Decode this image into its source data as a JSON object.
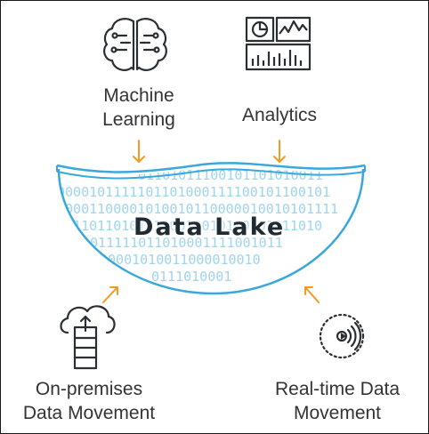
{
  "diagram": {
    "center_label": "Data Lake",
    "sources": {
      "machine_learning": "Machine\nLearning",
      "analytics": "Analytics",
      "on_premises": "On-premises\nData Movement",
      "real_time": "Real-time Data\nMovement"
    },
    "binary_rows": [
      "01101011100101101010011",
      "0000101111101101000111100101100101",
      "10001100001010010110000010010101111",
      "111101101011110010010100101011010",
      "1011111011010001111001011",
      "00001010011000010010",
      "0111010001"
    ]
  },
  "colors": {
    "lake_outline": "#3aa8dd",
    "binary": "#9fd4ee",
    "arrow": "#f39a1f",
    "icon": "#2a2f33",
    "text": "#333333"
  },
  "icons": [
    "brain-icon",
    "dashboard-icon",
    "cloud-server-icon",
    "stream-signal-icon"
  ]
}
